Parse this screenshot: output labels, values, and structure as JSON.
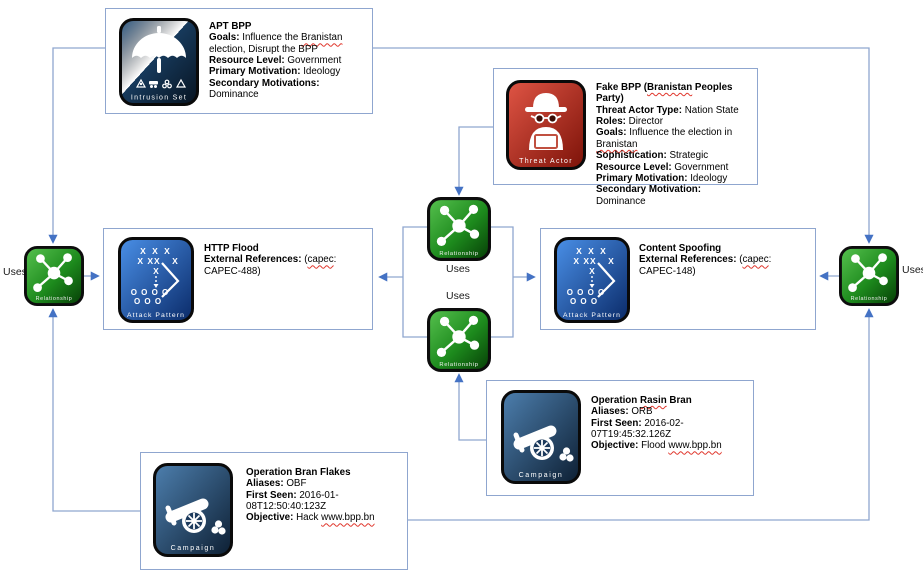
{
  "colors": {
    "line": "#8fa6cf",
    "arrow": "#4472c4",
    "box_border": "#8fa6cf",
    "relationship_green": "#1d8a1d",
    "threat_red": "#b02a1c",
    "attack_blue": "#2f6fd0",
    "entity_navy": "#16324f"
  },
  "icons": {
    "relationship_label": "Relationship",
    "intrusion_set_label": "Intrusion Set",
    "threat_actor_label": "Threat Actor",
    "attack_pattern_label": "Attack Pattern",
    "campaign_label": "Campaign"
  },
  "uses_labels": {
    "left": "Uses",
    "right": "Uses",
    "mid_top": "Uses",
    "mid_bottom": "Uses"
  },
  "boxes": {
    "intrusion_set": {
      "fields": [
        {
          "b": 1,
          "segments": [
            {
              "t": "APT BPP"
            }
          ]
        },
        {
          "label": "Goals:",
          "segments": [
            {
              "t": "Influence the "
            },
            {
              "t": "Branistan",
              "w": 1
            },
            {
              "t": " election, Disrupt the BPP"
            }
          ]
        },
        {
          "label": "Resource Level:",
          "segments": [
            {
              "t": "Government"
            }
          ]
        },
        {
          "label": "Primary Motivation:",
          "segments": [
            {
              "t": "Ideology"
            }
          ]
        },
        {
          "label": "Secondary Motivations:",
          "segments": [
            {
              "t": "Dominance"
            }
          ]
        }
      ]
    },
    "threat_actor": {
      "fields": [
        {
          "b": 1,
          "segments": [
            {
              "t": "Fake BPP ("
            },
            {
              "t": "Branistan",
              "w": 1
            },
            {
              "t": " Peoples Party)"
            }
          ]
        },
        {
          "label": "Threat Actor Type:",
          "segments": [
            {
              "t": "Nation State"
            }
          ]
        },
        {
          "label": "Roles:",
          "segments": [
            {
              "t": "Director"
            }
          ]
        },
        {
          "label": "Goals:",
          "segments": [
            {
              "t": "Influence the election in "
            },
            {
              "t": "Branistan",
              "w": 1
            }
          ]
        },
        {
          "label": "Sophistication:",
          "segments": [
            {
              "t": "Strategic"
            }
          ]
        },
        {
          "label": "Resource Level:",
          "segments": [
            {
              "t": "Government"
            }
          ]
        },
        {
          "label": "Primary Motivation:",
          "segments": [
            {
              "t": "Ideology"
            }
          ]
        },
        {
          "label": "Secondary Motivation:",
          "segments": [
            {
              "t": "Dominance"
            }
          ]
        }
      ]
    },
    "attack_http": {
      "fields": [
        {
          "b": 1,
          "segments": [
            {
              "t": "HTTP Flood"
            }
          ]
        },
        {
          "label": "External References:",
          "segments": [
            {
              "t": "("
            },
            {
              "t": "capec",
              "w": 1
            },
            {
              "t": ": CAPEC-488)"
            }
          ]
        }
      ]
    },
    "attack_spoof": {
      "fields": [
        {
          "b": 1,
          "segments": [
            {
              "t": "Content Spoofing"
            }
          ]
        },
        {
          "label": "External References:",
          "segments": [
            {
              "t": "("
            },
            {
              "t": "capec",
              "w": 1
            },
            {
              "t": ": CAPEC-148)"
            }
          ]
        }
      ]
    },
    "campaign_rasin": {
      "fields": [
        {
          "b": 1,
          "segments": [
            {
              "t": "Operation "
            },
            {
              "t": "Rasin",
              "w": 1
            },
            {
              "t": " Bran"
            }
          ]
        },
        {
          "label": "Aliases:",
          "segments": [
            {
              "t": "ORB"
            }
          ]
        },
        {
          "label": "First Seen:",
          "segments": [
            {
              "t": "2016-02-07T19:45:32.126Z"
            }
          ]
        },
        {
          "label": "Objective:",
          "segments": [
            {
              "t": "Flood "
            },
            {
              "t": "www.bpp.bn",
              "w": 1
            }
          ]
        }
      ]
    },
    "campaign_flakes": {
      "fields": [
        {
          "b": 1,
          "segments": [
            {
              "t": "Operation Bran Flakes"
            }
          ]
        },
        {
          "label": "Aliases:",
          "segments": [
            {
              "t": "OBF"
            }
          ]
        },
        {
          "label": "First Seen:",
          "segments": [
            {
              "t": "2016-01-08T12:50:40:123Z"
            }
          ]
        },
        {
          "label": "Objective:",
          "segments": [
            {
              "t": "Hack "
            },
            {
              "t": "www.bpp.bn",
              "w": 1
            }
          ]
        }
      ]
    }
  }
}
